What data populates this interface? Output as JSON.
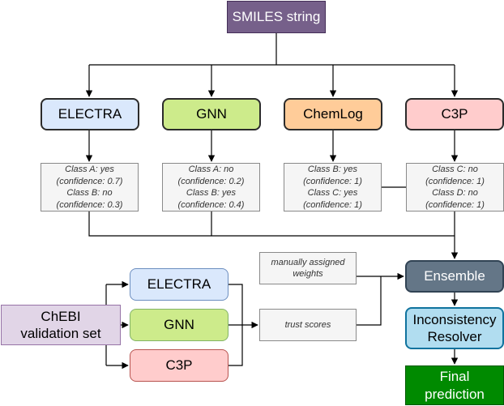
{
  "nodes": {
    "smiles": {
      "label": "SMILES string",
      "fill": "#76608a"
    },
    "electra_top": {
      "label": "ELECTRA",
      "fill": "#dae8fc"
    },
    "gnn_top": {
      "label": "GNN",
      "fill": "#cdeb8b"
    },
    "chemlog": {
      "label": "ChemLog",
      "fill": "#ffcc99"
    },
    "c3p_top": {
      "label": "C3P",
      "fill": "#ffcccc"
    },
    "electra_out": {
      "lines": [
        "Class A: yes",
        "(confidence: 0.7)",
        "Class B: no",
        "(confidence: 0.3)"
      ]
    },
    "gnn_out": {
      "lines": [
        "Class A: no",
        "(confidence: 0.2)",
        "Class B: yes",
        "(confidence: 0.4)"
      ]
    },
    "chemlog_out": {
      "lines": [
        "Class B: yes",
        "(confidence: 1)",
        "Class C: yes",
        "(confidence: 1)"
      ]
    },
    "c3p_out": {
      "lines": [
        "Class C: no",
        "(confidence: 1)",
        "Class D: no",
        "(confidence: 1)"
      ]
    },
    "weights": {
      "lines": [
        "manually assigned",
        "weights"
      ]
    },
    "trust": {
      "label": "trust scores"
    },
    "chebi": {
      "lines": [
        "ChEBI",
        "validation set"
      ],
      "fill": "#e1d5e7"
    },
    "electra_val": {
      "label": "ELECTRA",
      "fill": "#dae8fc"
    },
    "gnn_val": {
      "label": "GNN",
      "fill": "#cdeb8b"
    },
    "c3p_val": {
      "label": "C3P",
      "fill": "#ffcccc"
    },
    "ensemble": {
      "label": "Ensemble",
      "fill": "#647687"
    },
    "resolver": {
      "lines": [
        "Inconsistency",
        "Resolver"
      ],
      "fill": "#b1ddf0"
    },
    "final": {
      "lines": [
        "Final",
        "prediction"
      ],
      "fill": "#008a00"
    }
  }
}
